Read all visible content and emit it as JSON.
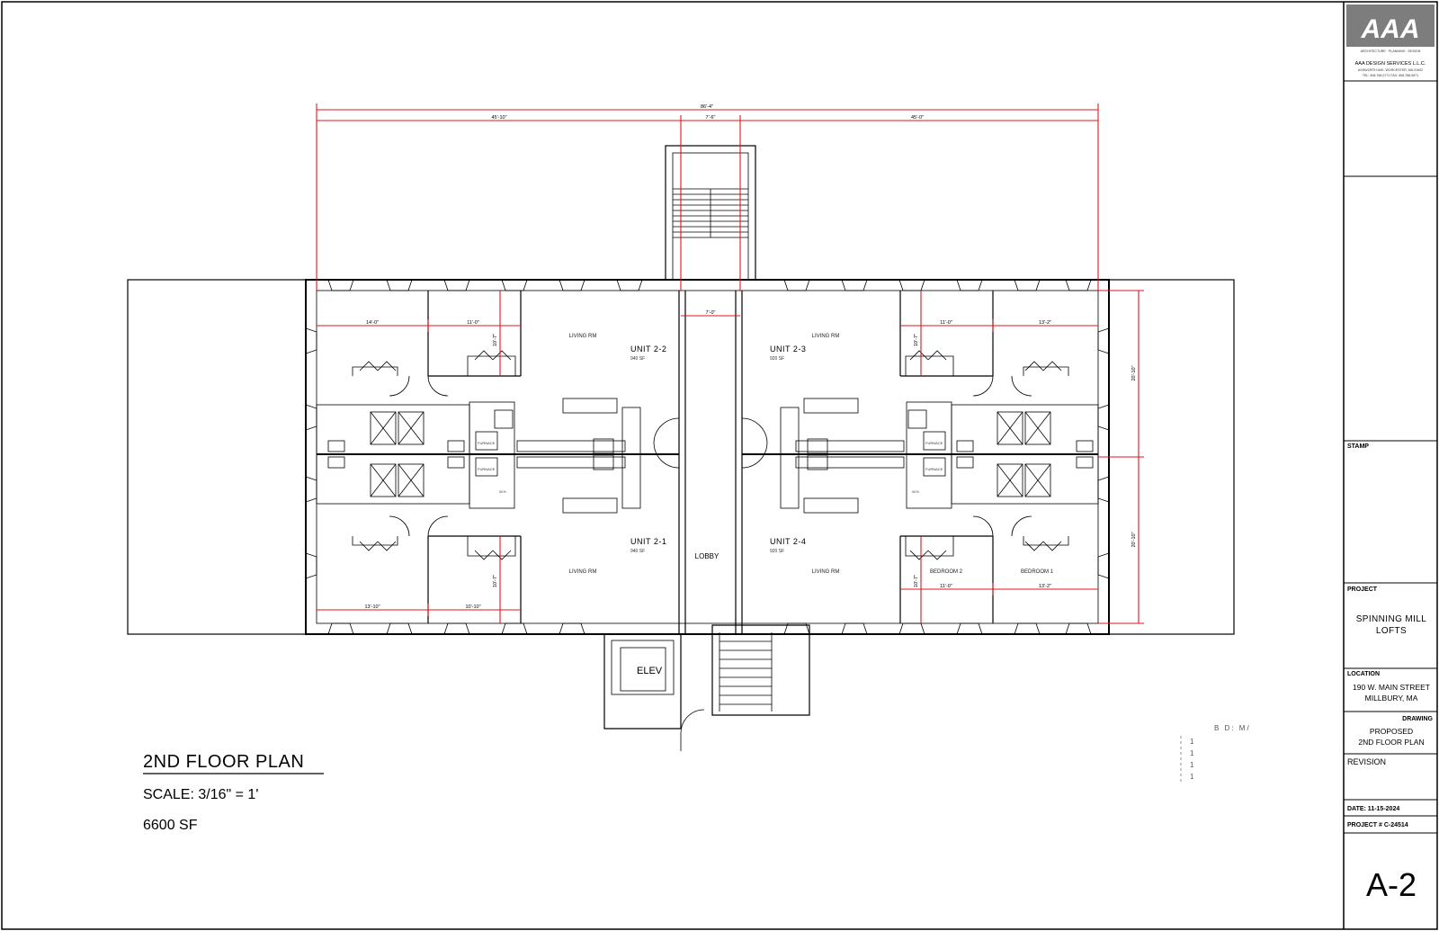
{
  "title_block": {
    "logo_text": "AAA",
    "logo_tagline": "ARCHITECTURE · PLANNING · DESIGN",
    "company_name": "AAA DESIGN SERVICES L.L.C.",
    "company_address": "ASHWORTH AVE, WORCESTER, MA 01602",
    "company_phone": "TEL: 508.768.0771   FAX: 508.768.0871",
    "stamp_label": "STAMP",
    "project_label": "PROJECT",
    "project_value_line1": "SPINNING MILL",
    "project_value_line2": "LOFTS",
    "location_label": "LOCATION",
    "location_line1": "190 W. MAIN STREET",
    "location_line2": "MILLBURY, MA",
    "drawing_label": "DRAWING",
    "drawing_line1": "PROPOSED",
    "drawing_line2": "2ND FLOOR PLAN",
    "revision_label": "REVISION",
    "date_text": "DATE: 11-15-2024",
    "project_no_text": "PROJECT # C-24514",
    "sheet_number": "A-2"
  },
  "plan_notes": {
    "title": "2ND FLOOR PLAN",
    "scale": "SCALE: 3/16\" = 1'",
    "area": "6600 SF"
  },
  "legend": {
    "header": "B D:   M/",
    "rows": [
      "1",
      "1",
      "1",
      "1"
    ]
  },
  "dimensions": {
    "overall": "86'-4\"",
    "left_wing": "45'-10\"",
    "core": "7'-6\"",
    "right_wing": "45'-0\"",
    "lobby_width": "7'-0\"",
    "ul_bed1": "14'-0\"",
    "ul_bed2": "11'-0\"",
    "ul_depth": "10'-7\"",
    "ur_bed2": "11'-0\"",
    "ur_bed1": "13'-2\"",
    "ur_depth": "10'-7\"",
    "ll_bed1": "13'-10\"",
    "ll_bed2": "10'-10\"",
    "ll_depth": "10'-7\"",
    "lr_bed2": "11'-0\"",
    "lr_bed1": "13'-2\"",
    "lr_depth": "10'-7\"",
    "right_upper": "20'-10\"",
    "right_lower": "20'-10\""
  },
  "units": [
    {
      "name": "UNIT 2-2",
      "area": "940 SF"
    },
    {
      "name": "UNIT 2-3",
      "area": "920 SF"
    },
    {
      "name": "UNIT 2-1",
      "area": "940 SF"
    },
    {
      "name": "UNIT 2-4",
      "area": "920 SF"
    }
  ],
  "rooms": {
    "living": "LIVING RM",
    "lobby": "LOBBY",
    "elev": "ELEV",
    "bedroom1": "BEDROOM 1",
    "bedroom2": "BEDROOM 2",
    "furnace": "FURNACE",
    "wh": "W.H."
  }
}
